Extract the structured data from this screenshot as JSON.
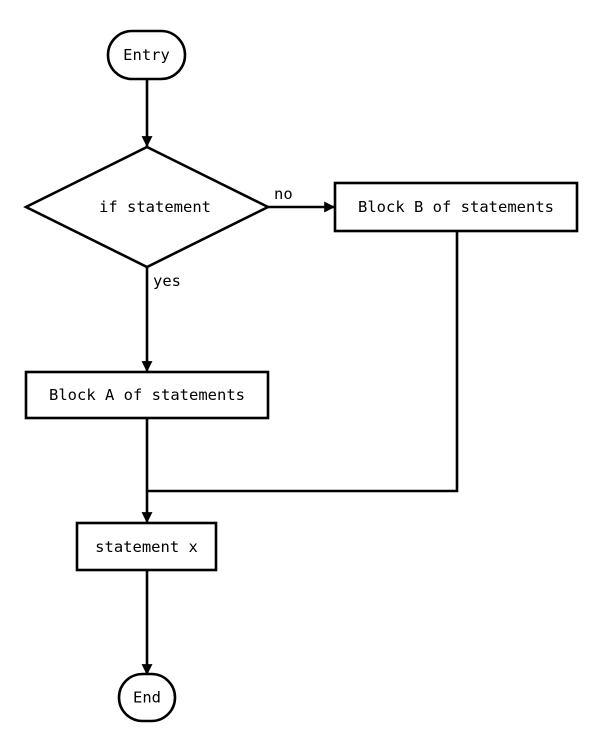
{
  "nodes": {
    "entry": "Entry",
    "decision": "if statement",
    "block_b": "Block B of statements",
    "block_a": "Block A of statements",
    "statement_x": "statement x",
    "end": "End"
  },
  "edges": {
    "no_label": "no",
    "yes_label": "yes"
  }
}
